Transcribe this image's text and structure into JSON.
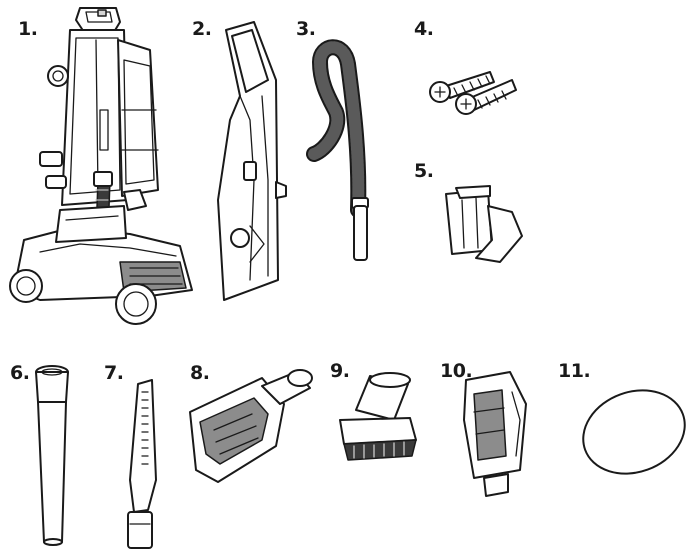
{
  "parts": [
    {
      "number": "1.",
      "icon": "upright-vacuum-icon"
    },
    {
      "number": "2.",
      "icon": "handle-icon"
    },
    {
      "number": "3.",
      "icon": "hose-icon"
    },
    {
      "number": "4.",
      "icon": "screws-icon"
    },
    {
      "number": "5.",
      "icon": "clip-icon"
    },
    {
      "number": "6.",
      "icon": "extension-wand-icon"
    },
    {
      "number": "7.",
      "icon": "crevice-tool-icon"
    },
    {
      "number": "8.",
      "icon": "turbo-brush-icon"
    },
    {
      "number": "9.",
      "icon": "dusting-brush-icon"
    },
    {
      "number": "10.",
      "icon": "filter-cartridge-icon"
    },
    {
      "number": "11.",
      "icon": "filter-pad-icon"
    }
  ]
}
